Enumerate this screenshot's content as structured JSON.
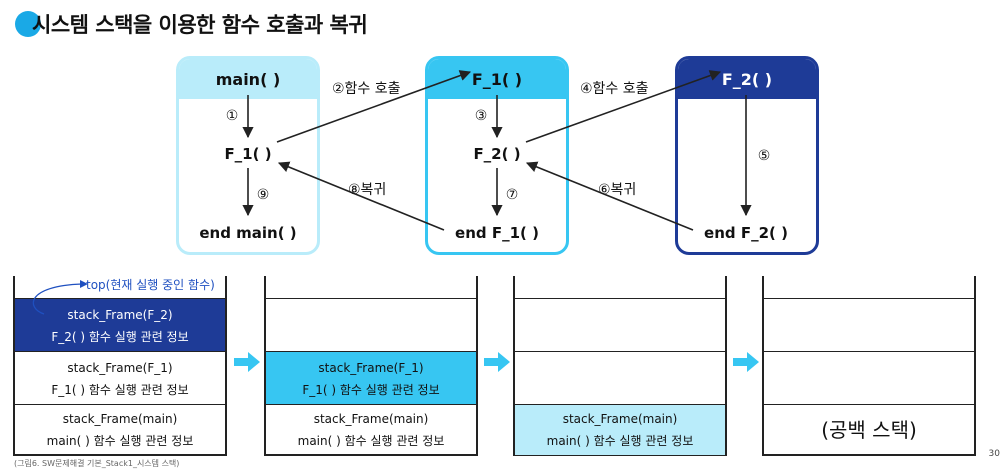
{
  "title": "시스템 스택을 이용한 함수 호출과 복귀",
  "colors": {
    "accent": "#1aa9e6",
    "light": "#b9ecfa",
    "mid": "#37c6f2",
    "dark": "#1e3b97"
  },
  "panels": [
    {
      "head": "main( )",
      "mid": "F_1( )",
      "end": "end main( )",
      "step_down": "①",
      "step_bottom": "⑨"
    },
    {
      "head": "F_1( )",
      "mid": "F_2( )",
      "end": "end F_1( )",
      "step_down": "③",
      "step_bottom": "⑦"
    },
    {
      "head": "F_2( )",
      "end": "end F_2( )",
      "step_down": "⑤"
    }
  ],
  "edges": {
    "call_1": "②함수 호출",
    "call_2": "④함수 호출",
    "return_1": "⑧복귀",
    "return_2": "⑥복귀"
  },
  "stacks": {
    "top_label": "top(현재 실행 중인 함수)",
    "frame_main": [
      "stack_Frame(main)",
      "main( ) 함수 실행 관련 정보"
    ],
    "frame_f1": [
      "stack_Frame(F_1)",
      "F_1( ) 함수 실행 관련 정보"
    ],
    "frame_f2": [
      "stack_Frame(F_2)",
      "F_2( ) 함수 실행 관련 정보"
    ],
    "empty": "(공백 스택)"
  },
  "page_number": "30",
  "caption": "(그림6. SW문제해결 기본_Stack1_시스템 스택)"
}
